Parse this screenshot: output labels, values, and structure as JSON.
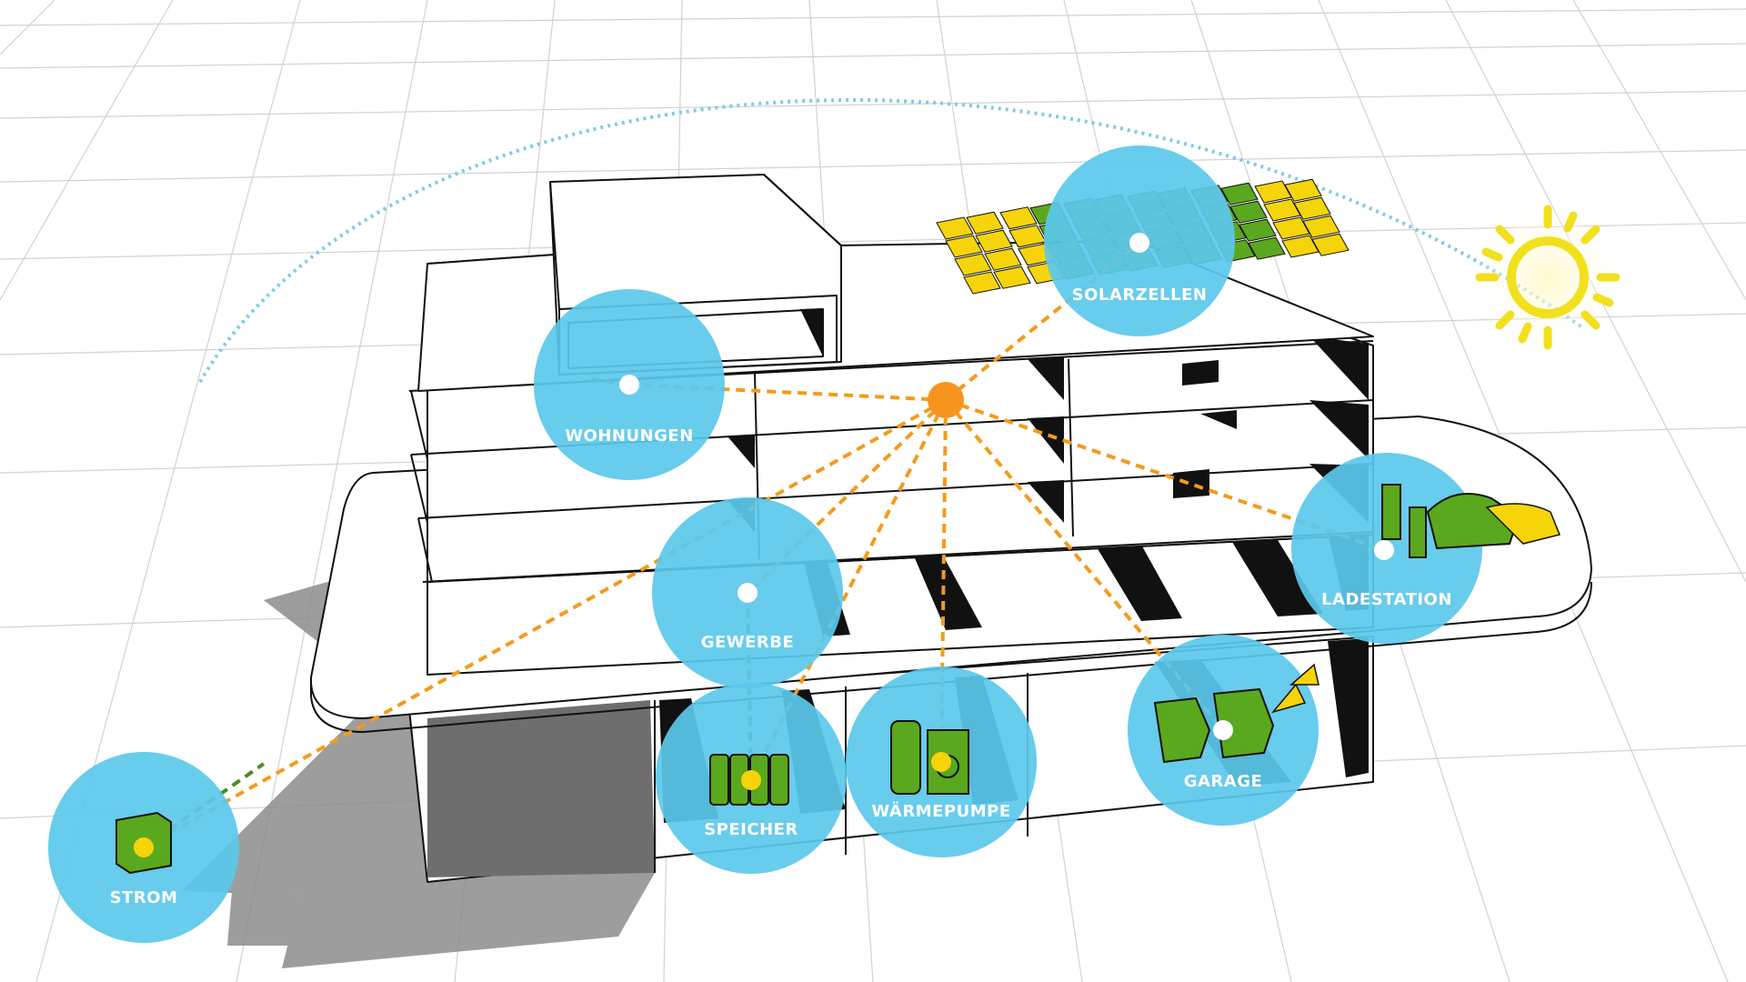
{
  "nodes": [
    {
      "id": "solar",
      "label": "SOLARZELLEN",
      "icon": "solar-panel-icon"
    },
    {
      "id": "wohnungen",
      "label": "WOHNUNGEN",
      "icon": "apartment-icon"
    },
    {
      "id": "gewerbe",
      "label": "GEWERBE",
      "icon": "commercial-icon"
    },
    {
      "id": "ladestation",
      "label": "LADESTATION",
      "icon": "ev-charger-icon"
    },
    {
      "id": "strom",
      "label": "STROM",
      "icon": "grid-meter-icon"
    },
    {
      "id": "speicher",
      "label": "SPEICHER",
      "icon": "battery-storage-icon"
    },
    {
      "id": "waermepumpe",
      "label": "WÄRMEPUMPE",
      "icon": "heat-pump-icon"
    },
    {
      "id": "garage",
      "label": "GARAGE",
      "icon": "car-icon"
    }
  ],
  "colors": {
    "circle": "#5bc8ec",
    "hub": "#f7941d",
    "link_orange": "#f59a1b",
    "link_green": "#4e8a1e",
    "device_green": "#5aa81e",
    "panel_yellow": "#f5d40a",
    "sun": "#f2e01d",
    "sun_arc": "#7fcbe6",
    "grid": "#d2d2d2",
    "shadow": "#8c8c8c"
  }
}
